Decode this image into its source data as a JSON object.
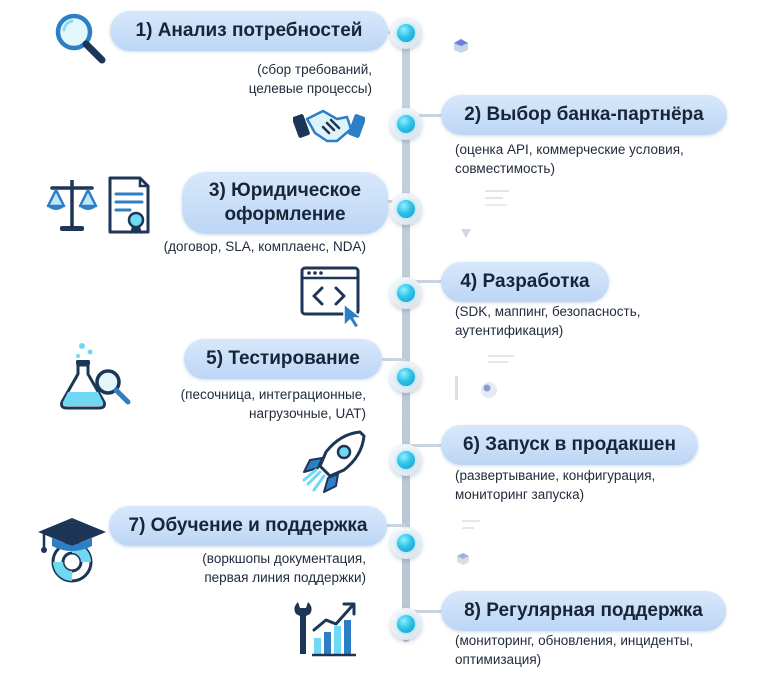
{
  "steps": [
    {
      "title": "1) Анализ потребностей",
      "desc": "(сбор требований,\nцелевые процессы)",
      "icon": "magnifier-icon"
    },
    {
      "title": "2) Выбор банка-партнёра",
      "desc": "(оценка API, коммерческие условия,\nсовместимость)",
      "icon": "handshake-icon"
    },
    {
      "title": "3) Юридическое\nоформление",
      "desc": "(договор, SLA, комплаенс, NDA)",
      "icon": "legal-document-icon"
    },
    {
      "title": "4) Разработка",
      "desc": "(SDK, маппинг, безопасность,\nаутентификация)",
      "icon": "code-window-icon"
    },
    {
      "title": "5) Тестирование",
      "desc": "(песочница, интеграционные,\nнагрузочные, UAT)",
      "icon": "lab-flask-icon"
    },
    {
      "title": "6) Запуск в продакшен",
      "desc": "(развертывание, конфигурация,\nмониторинг запуска)",
      "icon": "rocket-icon"
    },
    {
      "title": "7) Обучение и поддержка",
      "desc": "(воркшопы  документация,\nпервая линия поддержки)",
      "icon": "graduation-lifebuoy-icon"
    },
    {
      "title": "8) Регулярная поддержка",
      "desc": "(мониторинг, обновления, инциденты,\nоптимизация)",
      "icon": "wrench-chart-icon"
    }
  ],
  "colors": {
    "pill_top": "#d8e8fb",
    "pill_bottom": "#bcd6f5",
    "node_core": "#2fc3ea",
    "axis": "#c3cedb",
    "icon_blue": "#2c7fc4",
    "icon_navy": "#1d3557",
    "icon_cyan": "#6fd8f2"
  }
}
